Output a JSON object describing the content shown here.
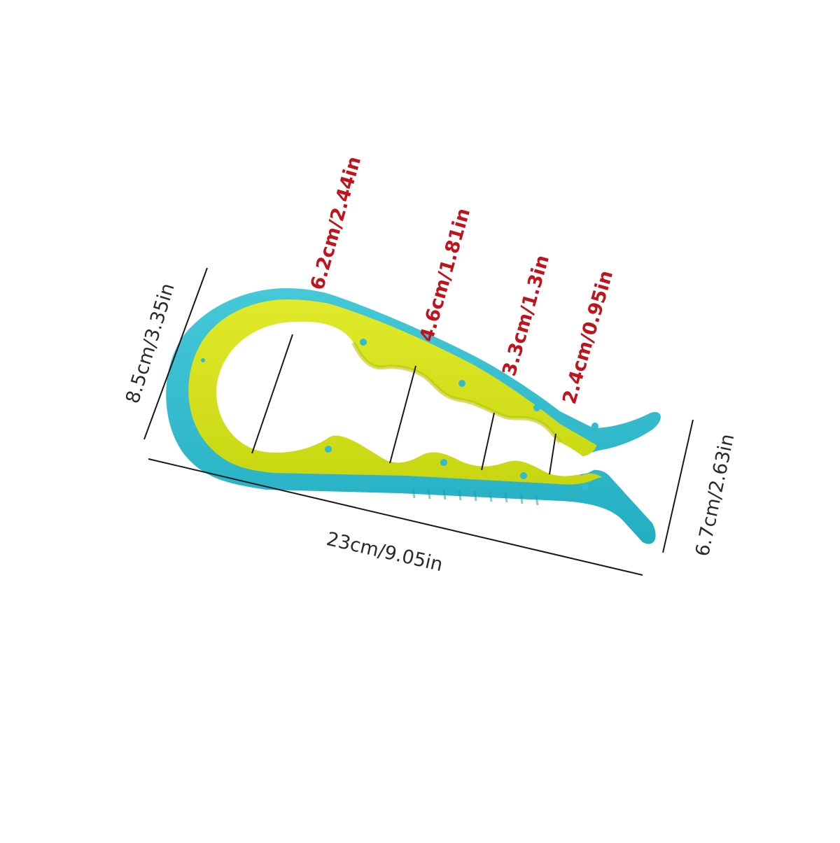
{
  "dimensions": {
    "total_length": "23cm/9.05in",
    "handle_width": "8.5cm/3.35in",
    "tip_width": "6.7cm/2.63in",
    "opening_1": "6.2cm/2.44in",
    "opening_2": "4.6cm/1.81in",
    "opening_3": "3.3cm/1.3in",
    "opening_4": "2.4cm/0.95in"
  },
  "colors": {
    "background": "#ffffff",
    "outer_shell": "#2fbccf",
    "inner_grip": "#d5e21c",
    "dimension_line": "#1a1a1a",
    "opening_label": "#c0141c",
    "overall_label": "#2a2a2a"
  }
}
